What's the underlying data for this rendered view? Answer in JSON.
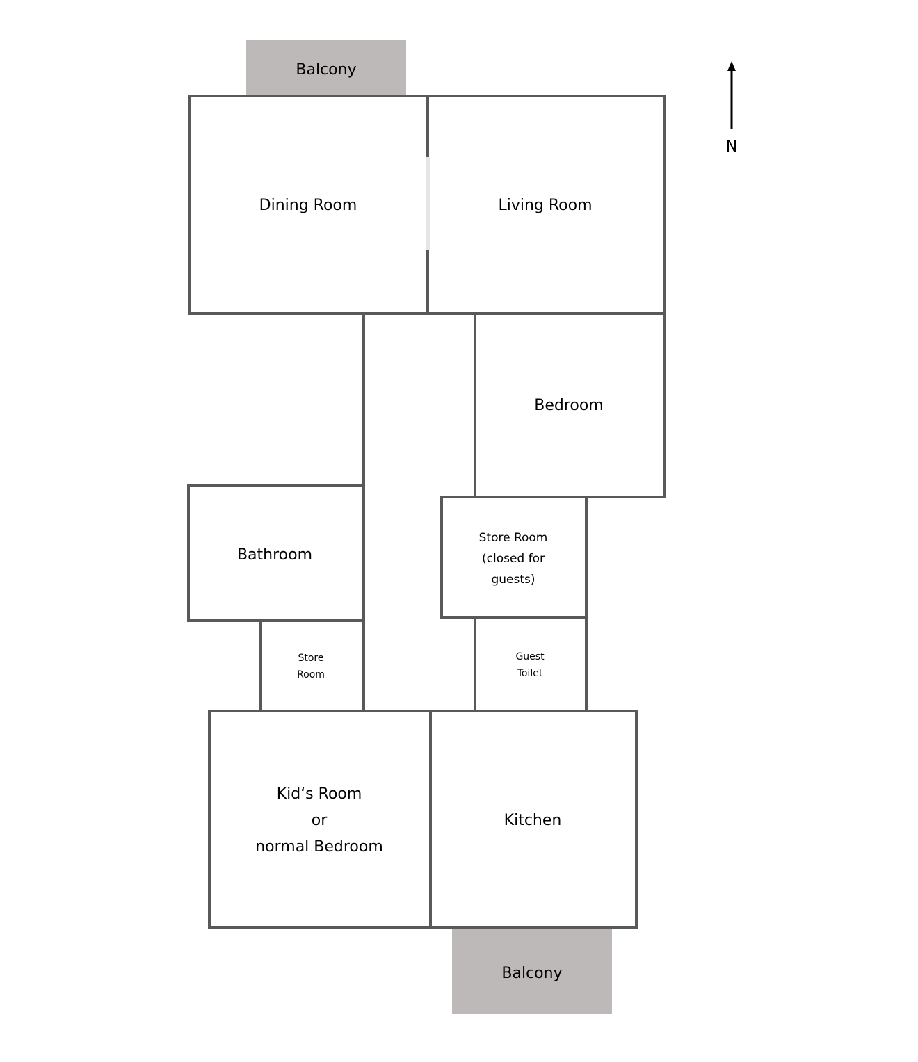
{
  "compass": {
    "label": "N"
  },
  "balconies": {
    "north": "Balcony",
    "south": "Balcony"
  },
  "rooms": {
    "dining": "Dining Room",
    "living": "Living Room",
    "bedroom": "Bedroom",
    "bathroom": "Bathroom",
    "store_room_closed": [
      "Store Room",
      "(closed for",
      "guests)"
    ],
    "store_room_small": [
      "Store",
      "Room"
    ],
    "guest_toilet": [
      "Guest",
      "Toilet"
    ],
    "kids_room": [
      "Kid‘s Room",
      "or",
      "normal Bedroom"
    ],
    "kitchen": "Kitchen"
  },
  "colors": {
    "wall": "#595959",
    "balcony": "#bdb9b8",
    "opening": "#e6e6e6"
  }
}
